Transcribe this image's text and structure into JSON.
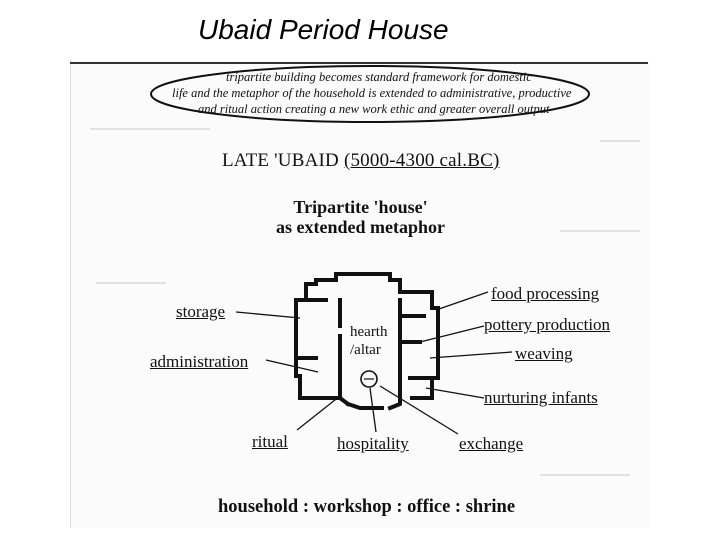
{
  "slide": {
    "title": "Ubaid Period House"
  },
  "summary": {
    "line1": "tripartite building becomes standard framework for domestic",
    "line2": "life and the metaphor of the household is extended to administrative, productive",
    "line3": "and ritual action creating a new work ethic and greater overall output"
  },
  "section": {
    "period": "LATE 'UBAID",
    "dates": "(5000-4300 cal.BC)"
  },
  "diagram": {
    "title_line1": "Tripartite 'house'",
    "title_line2": "as extended metaphor",
    "center_label_line1": "hearth",
    "center_label_line2": "/altar",
    "left_labels": {
      "storage": "storage",
      "administration": "administration"
    },
    "right_labels": {
      "food_processing": "food processing",
      "pottery_production": "pottery production",
      "weaving": "weaving",
      "nurturing_infants": "nurturing infants"
    },
    "bottom_labels": {
      "ritual": "ritual",
      "hospitality": "hospitality",
      "exchange": "exchange"
    }
  },
  "footer": {
    "text": "household : workshop : office : shrine"
  },
  "colors": {
    "ink": "#111111",
    "scan_background": "#fbfbfb"
  }
}
